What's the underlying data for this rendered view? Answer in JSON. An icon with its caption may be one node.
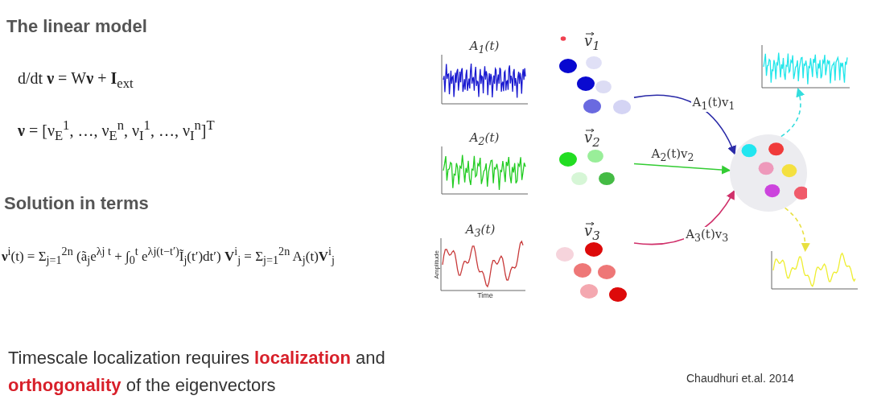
{
  "diagram": {
    "title": "The linear model",
    "nodes": [
      {
        "text": [
          "A$_{1}$(t)"
        ]
      },
      {
        "text": [
          "A$_{2}$(t)"
        ]
      },
      {
        "text": [
          "A$_{3}$(t)",
          "Amplitude",
          "Time"
        ]
      },
      {
        "text": [
          "v$_{1}$"
        ]
      },
      {
        "text": [
          "v$_{2}$"
        ]
      },
      {
        "text": [
          "v$_{3}$"
        ]
      },
      {
        "text": [],
        "shape": "circle"
      },
      {
        "text": [],
        "shape": "picture"
      },
      {
        "text": [],
        "shape": "picture"
      }
    ],
    "edges": [
      {
        "from": 3,
        "to": 6,
        "arrow": "to",
        "label": "A$_{1}$(t)v$_{1}$",
        "color": "#2b2ba8"
      },
      {
        "from": 4,
        "to": 6,
        "arrow": "to",
        "label": "A$_{2}$(t)v$_{2}$",
        "color": "#33cc33"
      },
      {
        "from": 5,
        "to": 6,
        "arrow": "to",
        "label": "A$_{3}$(t)v$_{3}$",
        "color": "#d0306a"
      },
      {
        "from": 6,
        "to": 7,
        "arrow": "to",
        "style": "dashed",
        "color": "#33dddd"
      },
      {
        "from": 6,
        "to": 8,
        "arrow": "to",
        "style": "dashed",
        "color": "#e8e040"
      }
    ],
    "labels": [
      "d/dt **ν** = W**ν** + **I**$_{ext}$",
      "**ν** = [ν$_{E}$$^{1}$, …, ν$_{E}$$^{n}$, ν$_{I}$$^{1}$, …, ν$_{I}$$^{n}$]$^{T}$",
      "Solution in terms",
      "**ν**$^{i}$(t) = Σ$_{j=1}$$^{2n}$ (ã$_{j}$e$^{λj t}$ + ∫$_{0}$$^{t}$ e$^{λj(t−t′)}$Ĩ$_{j}$(t′)dt′) **V**$^{i}$$_{j}$ = Σ$_{j=1}$$^{2n}$ A$_{j}$(t)**V**$^{i}$$_{j}$",
      "Timescale localization requires **localization** and **orthogonality** of the eigenvectors",
      "Chaudhuri et.al. 2014"
    ]
  }
}
